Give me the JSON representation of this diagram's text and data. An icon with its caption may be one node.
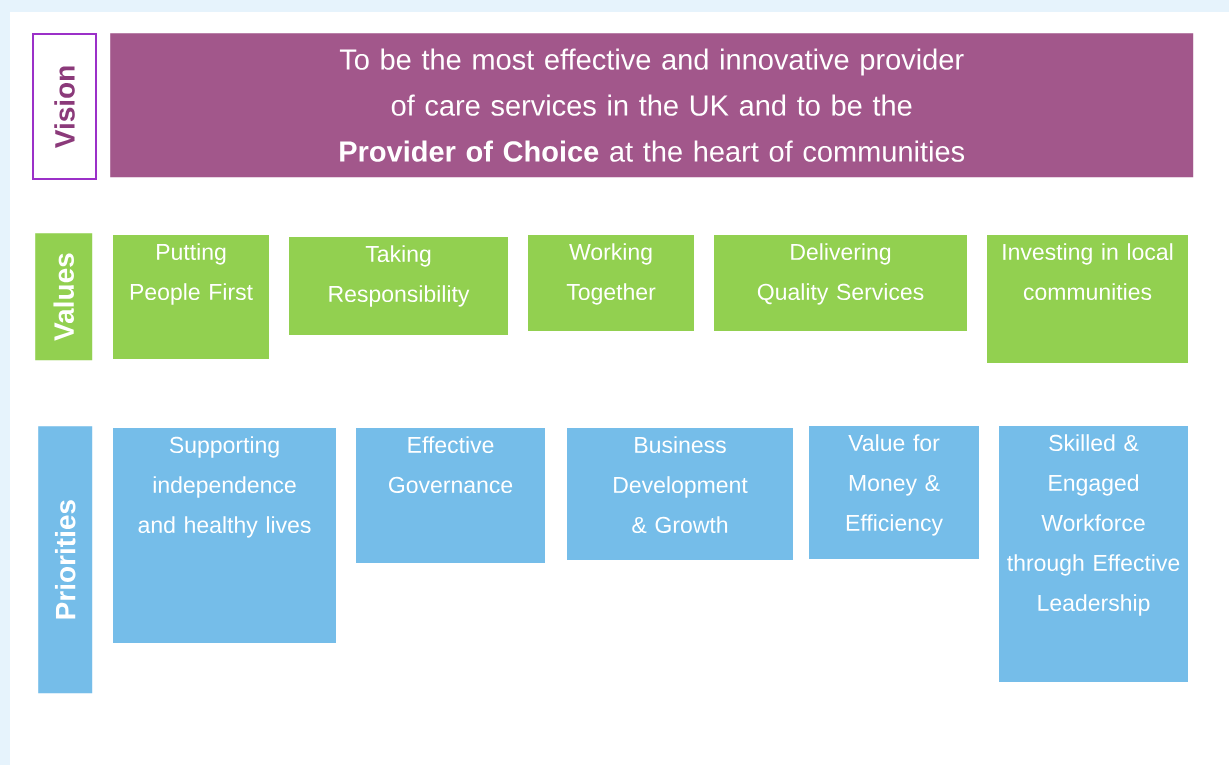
{
  "diagram": {
    "nodes": [
      {
        "text": [
          "Vision"
        ]
      },
      {
        "text": [
          "To be the most effective and innovative provider of care services in the UK and to be the",
          "**Provider of Choice** at the heart of communities"
        ]
      },
      {
        "text": [
          "Values"
        ]
      },
      {
        "text": [
          "Putting People First"
        ]
      },
      {
        "text": [
          "Taking Responsibility"
        ]
      },
      {
        "text": [
          "Working Together"
        ]
      },
      {
        "text": [
          "Delivering Quality Services"
        ]
      },
      {
        "text": [
          "Investing in local communities"
        ]
      },
      {
        "text": [
          "Priorities"
        ]
      },
      {
        "text": [
          "Supporting independence and healthy lives"
        ]
      },
      {
        "text": [
          "Effective Governance"
        ]
      },
      {
        "text": [
          "Business Development & Growth"
        ]
      },
      {
        "text": [
          "Value for Money & Efficiency"
        ]
      },
      {
        "text": [
          "Skilled & Engaged Workforce through Effective Leadership"
        ]
      }
    ]
  }
}
